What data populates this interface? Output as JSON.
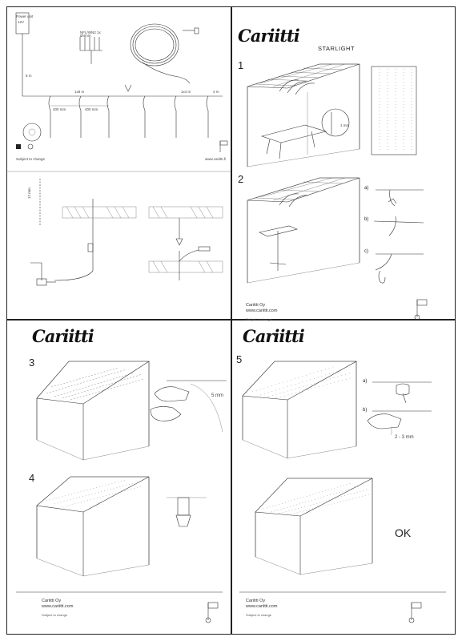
{
  "brand": {
    "logo": "Cariitti"
  },
  "panel1": {
    "driver_box": "Power unit",
    "driver_sub": "12V",
    "connector_labels": [
      "NFL/WN2 1x",
      "Ø4mm"
    ],
    "cable_label_1": "8 m",
    "cable_label_2": "1x8 m",
    "cable_label_3": "4 m",
    "dim_1": "400 mm",
    "dim_2": "400 mm",
    "dim_3": "1x4 m",
    "dim_4": "4 m",
    "subject_to_change": "Subject to change",
    "website": "www.cariitti.fi",
    "rod_label": "12 mm"
  },
  "panel2": {
    "title": "STARLIGHT",
    "step1": "1",
    "step2": "2",
    "dim_mm": "1 mm",
    "sub_a": "a)",
    "sub_b": "b)",
    "sub_c": "c)",
    "company": "Cariitti Oy",
    "website": "www.cariitti.com",
    "subject": "Subject to change"
  },
  "panel3": {
    "step3": "3",
    "step4": "4",
    "dim_5mm": "5 mm",
    "company": "Cariitti Oy",
    "website": "www.cariitti.com",
    "subject": "Subject to change"
  },
  "panel4": {
    "step5": "5",
    "sub_a": "a)",
    "sub_b": "b)",
    "dim_23mm": "2 - 3 mm",
    "ok": "OK",
    "company": "Cariitti Oy",
    "website": "www.cariitti.com",
    "subject": "Subject to change"
  }
}
